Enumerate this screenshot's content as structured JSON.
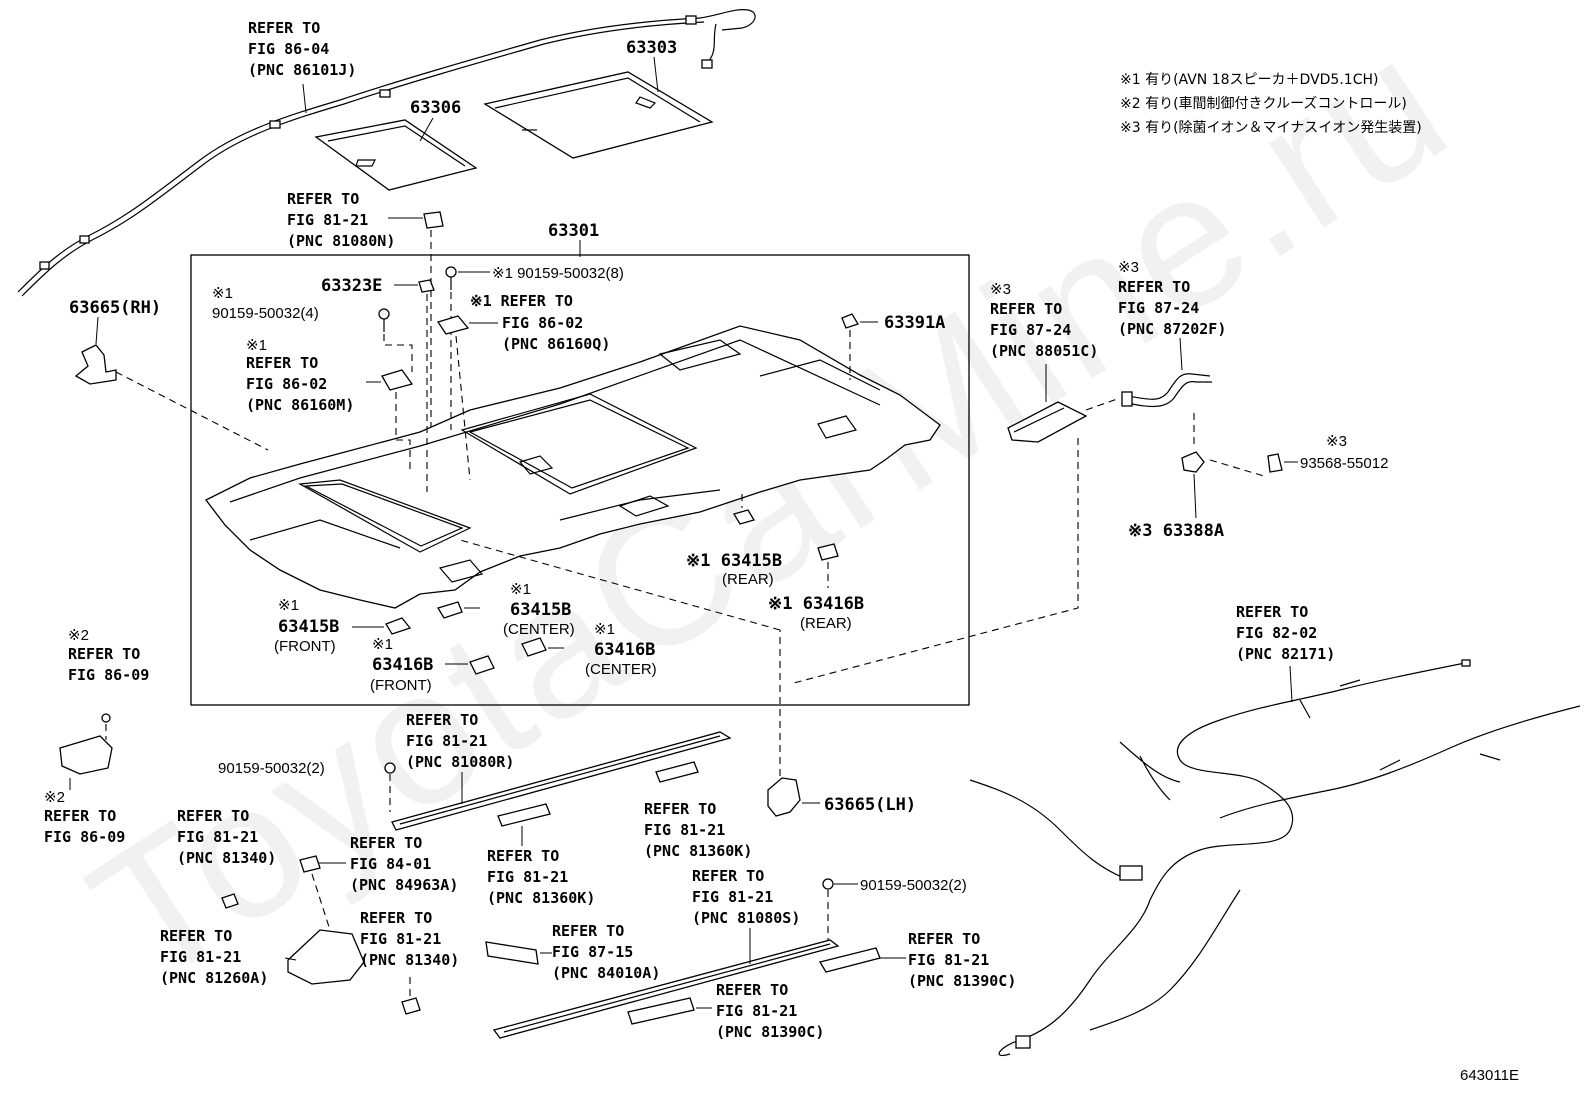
{
  "watermark": "ToyotaCarMine.ru",
  "figure_code": "643011E",
  "notes": [
    "※1 有り(AVN 18スピーカ＋DVD5.1CH)",
    "※2 有り(車間制御付きクルーズコントロール)",
    "※3 有り(除菌イオン＆マイナスイオン発生装置)"
  ],
  "labels": {
    "roof_wire_ref": [
      "REFER TO",
      "FIG 86-04",
      "(PNC 86101J)"
    ],
    "p63303": "63303",
    "p63306": "63306",
    "ref_81080n": [
      "REFER TO",
      "FIG 81-21",
      "(PNC 81080N)"
    ],
    "p63301": "63301",
    "p63665rh": "63665(RH)",
    "p63323e": "63323E",
    "screw_8": "※1 90159-50032(8)",
    "mark1_a": "※1",
    "screw_4": "90159-50032(4)",
    "ref_86160q": [
      "※1 REFER TO",
      "FIG 86-02",
      "(PNC 86160Q)"
    ],
    "p63391a": "63391A",
    "ref_86160m": [
      "※1",
      "REFER TO",
      "FIG 86-02",
      "(PNC 86160M)"
    ],
    "ref_88051c": [
      "※3",
      "REFER TO",
      "FIG 87-24",
      "(PNC 88051C)"
    ],
    "ref_87202f": [
      "※3",
      "REFER TO",
      "FIG 87-24",
      "(PNC 87202F)"
    ],
    "mark3_b": "※3",
    "p93568": "93568-55012",
    "p63388a": "※3 63388A",
    "p63415b_rear": "※1 63415B",
    "rear_a": "(REAR)",
    "p63416b_rear": "※1 63416B",
    "rear_b": "(REAR)",
    "mark1_c": "※1",
    "p63415b_center": "63415B",
    "center_a": "(CENTER)",
    "mark1_d": "※1",
    "p63416b_center": "63416B",
    "center_b": "(CENTER)",
    "mark1_e": "※1",
    "p63415b_front": "63415B",
    "front_a": "(FRONT)",
    "mark1_f": "※1",
    "p63416b_front": "63416B",
    "front_b": "(FRONT)",
    "ref_86_09_top": [
      "※2",
      "REFER TO",
      "FIG 86-09"
    ],
    "ref_86_09_bot": [
      "※2",
      "REFER TO",
      "FIG 86-09"
    ],
    "ref_81080r": [
      "REFER TO",
      "FIG 81-21",
      "(PNC 81080R)"
    ],
    "screw_2a": "90159-50032(2)",
    "ref_81360k_r": [
      "REFER TO",
      "FIG 81-21",
      "(PNC 81360K)"
    ],
    "ref_81360k_l": [
      "REFER TO",
      "FIG 81-21",
      "(PNC 81360K)"
    ],
    "p63665lh": "63665(LH)",
    "ref_82171": [
      "REFER TO",
      "FIG 82-02",
      "(PNC 82171)"
    ],
    "ref_81340_a": [
      "REFER TO",
      "FIG 81-21",
      "(PNC 81340)"
    ],
    "ref_84963a": [
      "REFER TO",
      "FIG 84-01",
      "(PNC 84963A)"
    ],
    "ref_81260a": [
      "REFER TO",
      "FIG 81-21",
      "(PNC 81260A)"
    ],
    "ref_81340_b": [
      "REFER TO",
      "FIG 81-21",
      "(PNC 81340)"
    ],
    "ref_84010a": [
      "REFER TO",
      "FIG 87-15",
      "(PNC 84010A)"
    ],
    "ref_81080s": [
      "REFER TO",
      "FIG 81-21",
      "(PNC 81080S)"
    ],
    "screw_2b": "90159-50032(2)",
    "ref_81390c_r": [
      "REFER TO",
      "FIG 81-21",
      "(PNC 81390C)"
    ],
    "ref_81390c_b": [
      "REFER TO",
      "FIG 81-21",
      "(PNC 81390C)"
    ]
  }
}
